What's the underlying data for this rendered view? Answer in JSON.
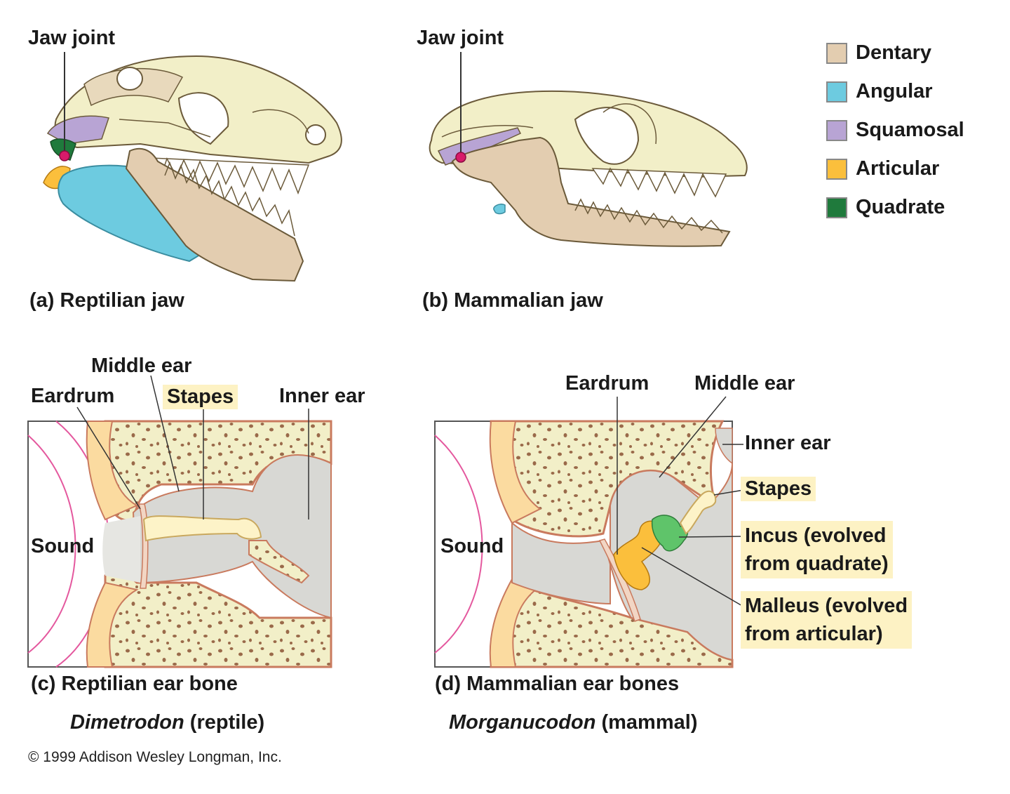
{
  "legend": {
    "items": [
      {
        "label": "Dentary",
        "color": "#e3cdb0"
      },
      {
        "label": "Angular",
        "color": "#6dcbe0"
      },
      {
        "label": "Squamosal",
        "color": "#b8a4d4"
      },
      {
        "label": "Articular",
        "color": "#fbbf3c"
      },
      {
        "label": "Quadrate",
        "color": "#1f7a3c"
      }
    ]
  },
  "panel_a": {
    "jaw_joint": "Jaw joint",
    "caption": "(a) Reptilian jaw"
  },
  "panel_b": {
    "jaw_joint": "Jaw joint",
    "caption": "(b) Mammalian jaw"
  },
  "panel_c": {
    "middle_ear": "Middle ear",
    "eardrum": "Eardrum",
    "stapes": "Stapes",
    "inner_ear": "Inner ear",
    "sound": "Sound",
    "caption": "(c) Reptilian ear bone",
    "species_name": "Dimetrodon",
    "species_note": "(reptile)"
  },
  "panel_d": {
    "eardrum": "Eardrum",
    "middle_ear": "Middle ear",
    "inner_ear": "Inner ear",
    "stapes": "Stapes",
    "incus_line1": "Incus (evolved",
    "incus_line2": "from quadrate)",
    "malleus_line1": "Malleus (evolved",
    "malleus_line2": "from articular)",
    "sound": "Sound",
    "caption": "(d) Mammalian ear bones",
    "species_name": "Morganucodon",
    "species_note": "(mammal)"
  },
  "copyright": "© 1999 Addison Wesley Longman, Inc."
}
